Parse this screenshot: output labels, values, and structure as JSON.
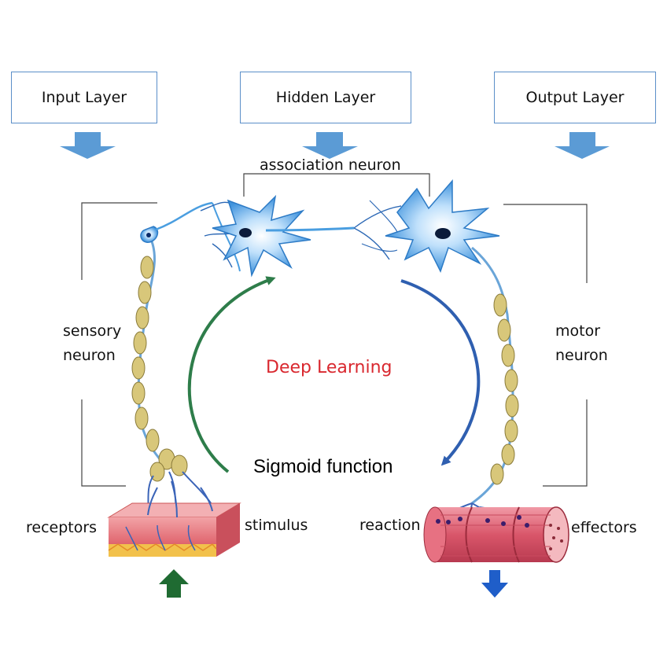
{
  "layers": {
    "input": "Input Layer",
    "hidden": "Hidden Layer",
    "output": "Output Layer"
  },
  "labels": {
    "association": "association neuron",
    "sensory": "sensory neuron",
    "motor": "motor neuron",
    "receptors": "receptors",
    "stimulus": "stimulus",
    "reaction": "reaction",
    "effectors": "effectors"
  },
  "center": {
    "title": "Deep Learning",
    "function": "Sigmoid function"
  },
  "colors": {
    "box_border": "#5b8fc9",
    "down_arrow": "#5b9bd5",
    "neuron": "#4a9ee0",
    "myelin": "#d8c77a",
    "green_arc": "#2e7d4a",
    "blue_arc": "#2f5fb0",
    "deep_learning_text": "#d9282f",
    "skin": "#e8848a",
    "muscle": "#d9566a",
    "up_arrow": "#1f6b32",
    "effector_arrow": "#1f5ec9"
  }
}
